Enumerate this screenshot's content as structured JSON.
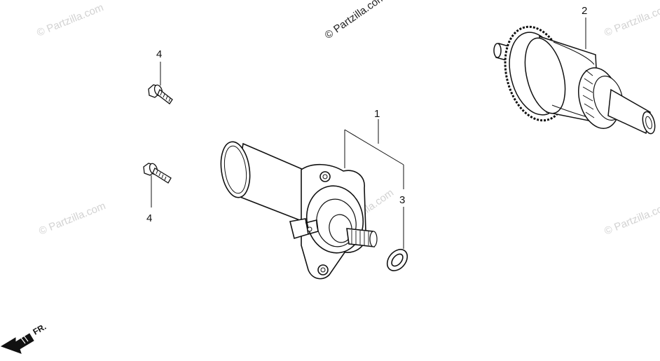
{
  "watermarks": {
    "top_left": "© Partzilla.com",
    "top_center": "© Partzilla.com",
    "top_right": "© Partzilla.com",
    "mid_left": "© Partzilla.com",
    "mid_center": "© Partzilla.com",
    "mid_right": "© Partzilla.com"
  },
  "callouts": {
    "bolt_top": "4",
    "bolt_bottom": "4",
    "starter_motor": "1",
    "o_ring": "3",
    "clutch_gear": "2"
  },
  "direction": {
    "label": "FR.",
    "arrow_icon": "front-arrow-icon"
  },
  "colors": {
    "line": "#111111",
    "watermark": "#d2d2d2"
  }
}
